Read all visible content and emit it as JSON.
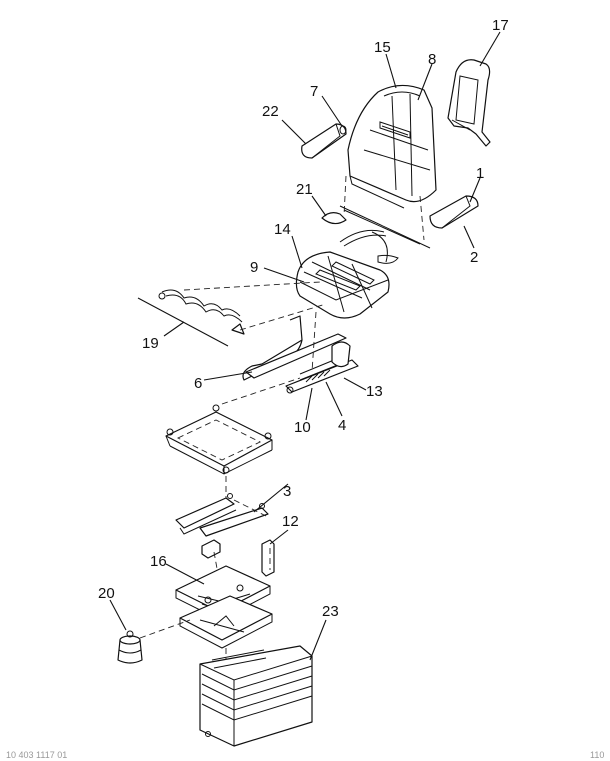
{
  "callouts": [
    {
      "id": "c1",
      "label": "1"
    },
    {
      "id": "c2",
      "label": "2"
    },
    {
      "id": "c3",
      "label": "3"
    },
    {
      "id": "c4",
      "label": "4"
    },
    {
      "id": "c6",
      "label": "6"
    },
    {
      "id": "c7",
      "label": "7"
    },
    {
      "id": "c8",
      "label": "8"
    },
    {
      "id": "c9",
      "label": "9"
    },
    {
      "id": "c10",
      "label": "10"
    },
    {
      "id": "c12",
      "label": "12"
    },
    {
      "id": "c13",
      "label": "13"
    },
    {
      "id": "c14",
      "label": "14"
    },
    {
      "id": "c15",
      "label": "15"
    },
    {
      "id": "c16",
      "label": "16"
    },
    {
      "id": "c17",
      "label": "17"
    },
    {
      "id": "c19",
      "label": "19"
    },
    {
      "id": "c20",
      "label": "20"
    },
    {
      "id": "c21",
      "label": "21"
    },
    {
      "id": "c22",
      "label": "22"
    },
    {
      "id": "c23",
      "label": "23"
    }
  ],
  "footer": {
    "left": "10 403 1117 01",
    "right": "110"
  }
}
